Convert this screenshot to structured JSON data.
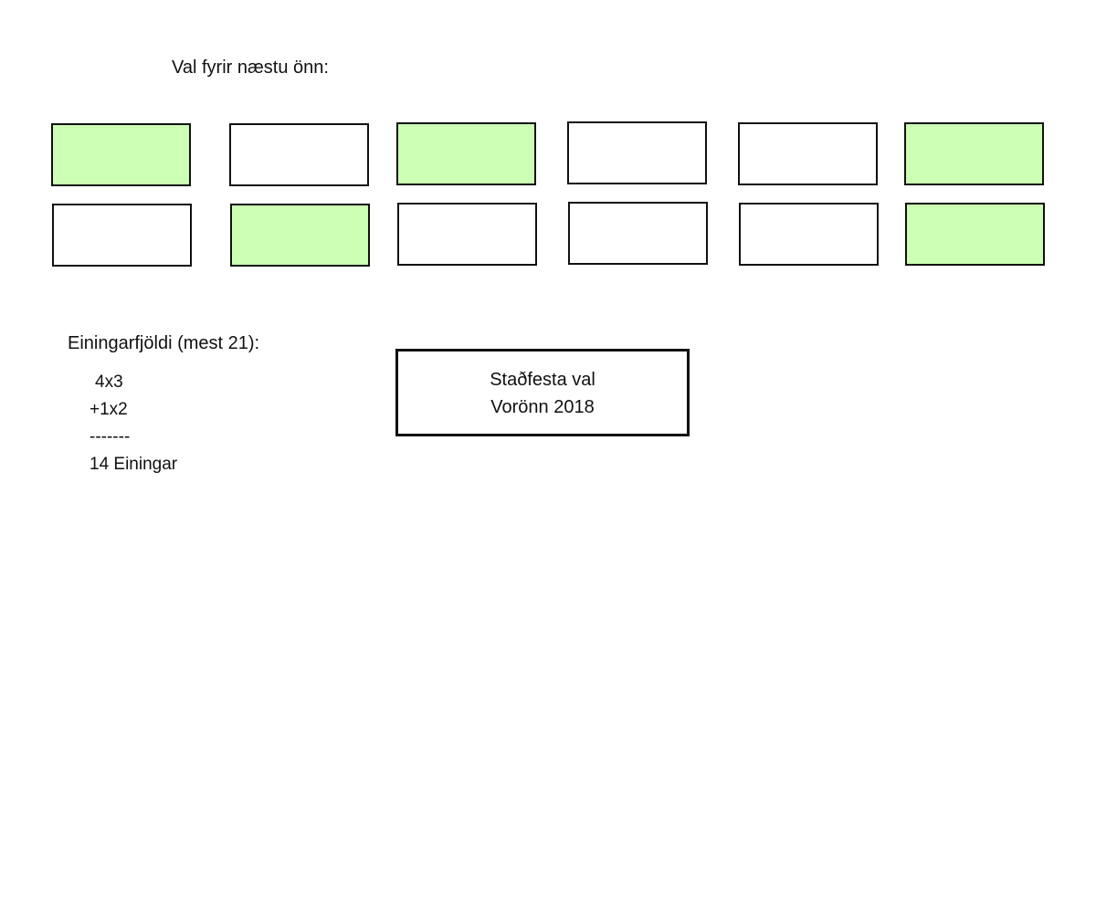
{
  "heading": "Val fyrir næstu önn:",
  "courses": {
    "rows": [
      [
        {
          "selected": true
        },
        {
          "selected": false
        },
        {
          "selected": true
        },
        {
          "selected": false
        },
        {
          "selected": false
        },
        {
          "selected": true
        }
      ],
      [
        {
          "selected": false
        },
        {
          "selected": true
        },
        {
          "selected": false
        },
        {
          "selected": false
        },
        {
          "selected": false
        },
        {
          "selected": true
        }
      ]
    ],
    "selected_color": "#ccffb3",
    "unselected_color": "#ffffff"
  },
  "units": {
    "label": "Einingarfjöldi (mest 21):",
    "line1": "4x3",
    "line2": "+1x2",
    "separator": "-------",
    "total": "14 Einingar"
  },
  "confirm": {
    "line1": "Staðfesta val",
    "line2": "Vorönn 2018"
  }
}
